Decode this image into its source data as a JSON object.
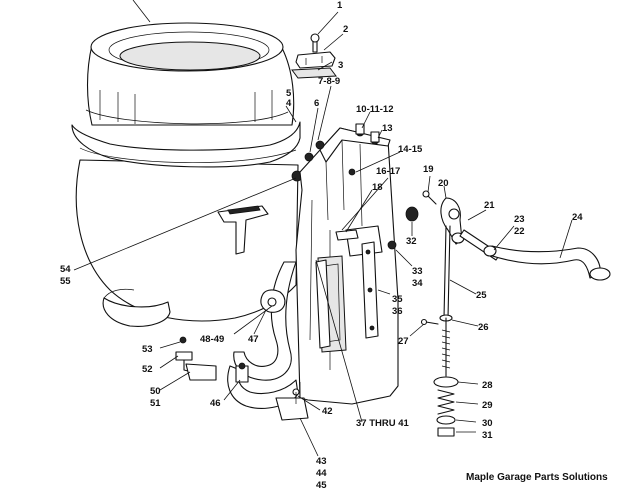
{
  "diagram": {
    "callouts": [
      {
        "id": "c1",
        "label": "1"
      },
      {
        "id": "c2",
        "label": "2"
      },
      {
        "id": "c3",
        "label": "3"
      },
      {
        "id": "c789",
        "label": "7-8-9"
      },
      {
        "id": "c5",
        "label": "5"
      },
      {
        "id": "c4",
        "label": "4"
      },
      {
        "id": "c6",
        "label": "6"
      },
      {
        "id": "c101112",
        "label": "10-11-12"
      },
      {
        "id": "c13",
        "label": "13"
      },
      {
        "id": "c1415",
        "label": "14-15"
      },
      {
        "id": "c1617",
        "label": "16-17"
      },
      {
        "id": "c18",
        "label": "18"
      },
      {
        "id": "c19",
        "label": "19"
      },
      {
        "id": "c20",
        "label": "20"
      },
      {
        "id": "c21",
        "label": "21"
      },
      {
        "id": "c23",
        "label": "23"
      },
      {
        "id": "c22",
        "label": "22"
      },
      {
        "id": "c24",
        "label": "24"
      },
      {
        "id": "c32",
        "label": "32"
      },
      {
        "id": "c33",
        "label": "33"
      },
      {
        "id": "c34",
        "label": "34"
      },
      {
        "id": "c25",
        "label": "25"
      },
      {
        "id": "c35",
        "label": "35"
      },
      {
        "id": "c36",
        "label": "36"
      },
      {
        "id": "c26",
        "label": "26"
      },
      {
        "id": "c27",
        "label": "27"
      },
      {
        "id": "c54",
        "label": "54"
      },
      {
        "id": "c55",
        "label": "55"
      },
      {
        "id": "c4849",
        "label": "48-49"
      },
      {
        "id": "c47",
        "label": "47"
      },
      {
        "id": "c53",
        "label": "53"
      },
      {
        "id": "c52",
        "label": "52"
      },
      {
        "id": "c50",
        "label": "50"
      },
      {
        "id": "c51",
        "label": "51"
      },
      {
        "id": "c46",
        "label": "46"
      },
      {
        "id": "c28",
        "label": "28"
      },
      {
        "id": "c29",
        "label": "29"
      },
      {
        "id": "c30",
        "label": "30"
      },
      {
        "id": "c31",
        "label": "31"
      },
      {
        "id": "c42",
        "label": "42"
      },
      {
        "id": "c3741",
        "label": "37 THRU 41"
      },
      {
        "id": "c43",
        "label": "43"
      },
      {
        "id": "c44",
        "label": "44"
      },
      {
        "id": "c45",
        "label": "45"
      }
    ],
    "credit": "Maple Garage Parts Solutions"
  }
}
